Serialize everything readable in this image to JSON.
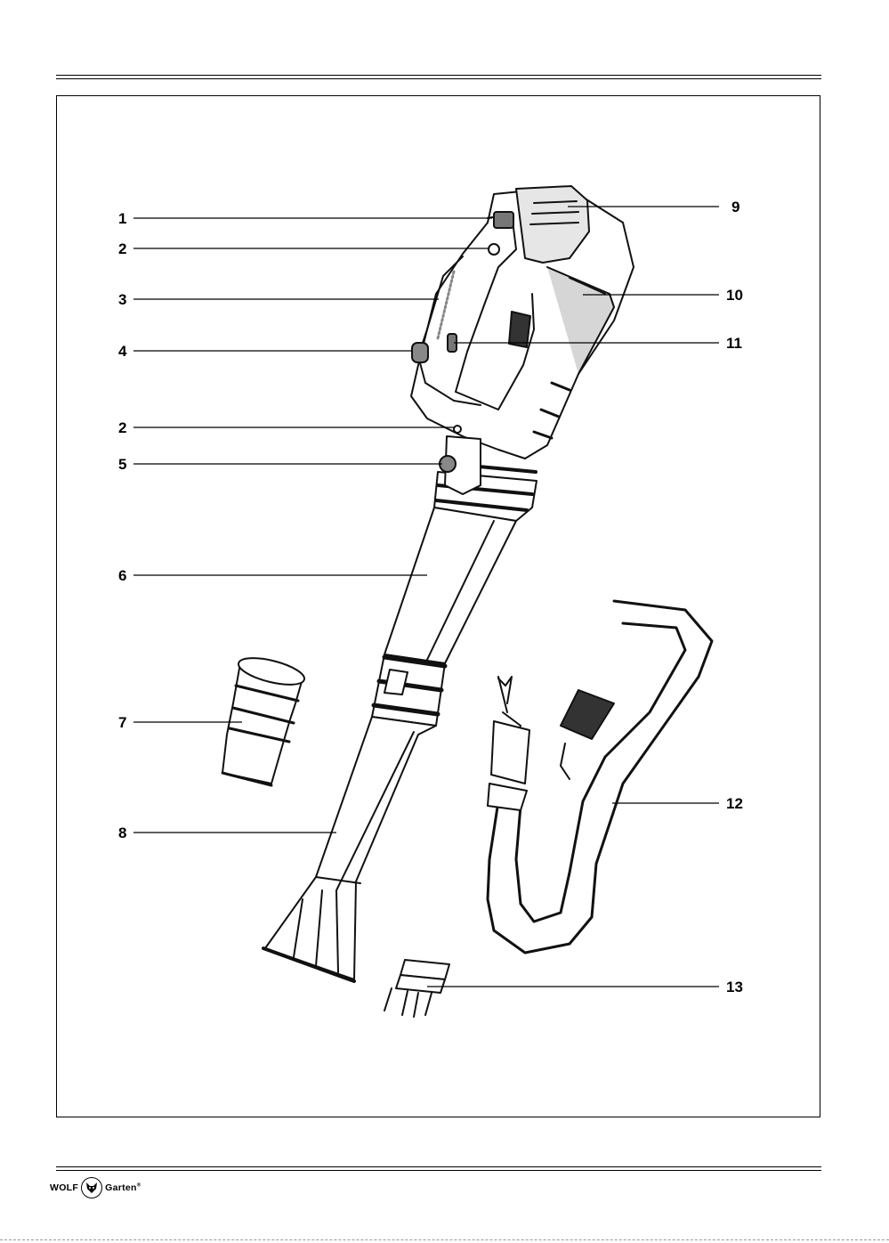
{
  "callouts": {
    "left": [
      "1",
      "2",
      "3",
      "4",
      "2",
      "5",
      "6",
      "7",
      "8"
    ],
    "right": [
      "9",
      "10",
      "11",
      "12",
      "13"
    ]
  },
  "footer": {
    "brand_left": "WOLF",
    "brand_right": "Garten",
    "registered_mark": "®",
    "logo_icon": "wolf-head-icon"
  }
}
